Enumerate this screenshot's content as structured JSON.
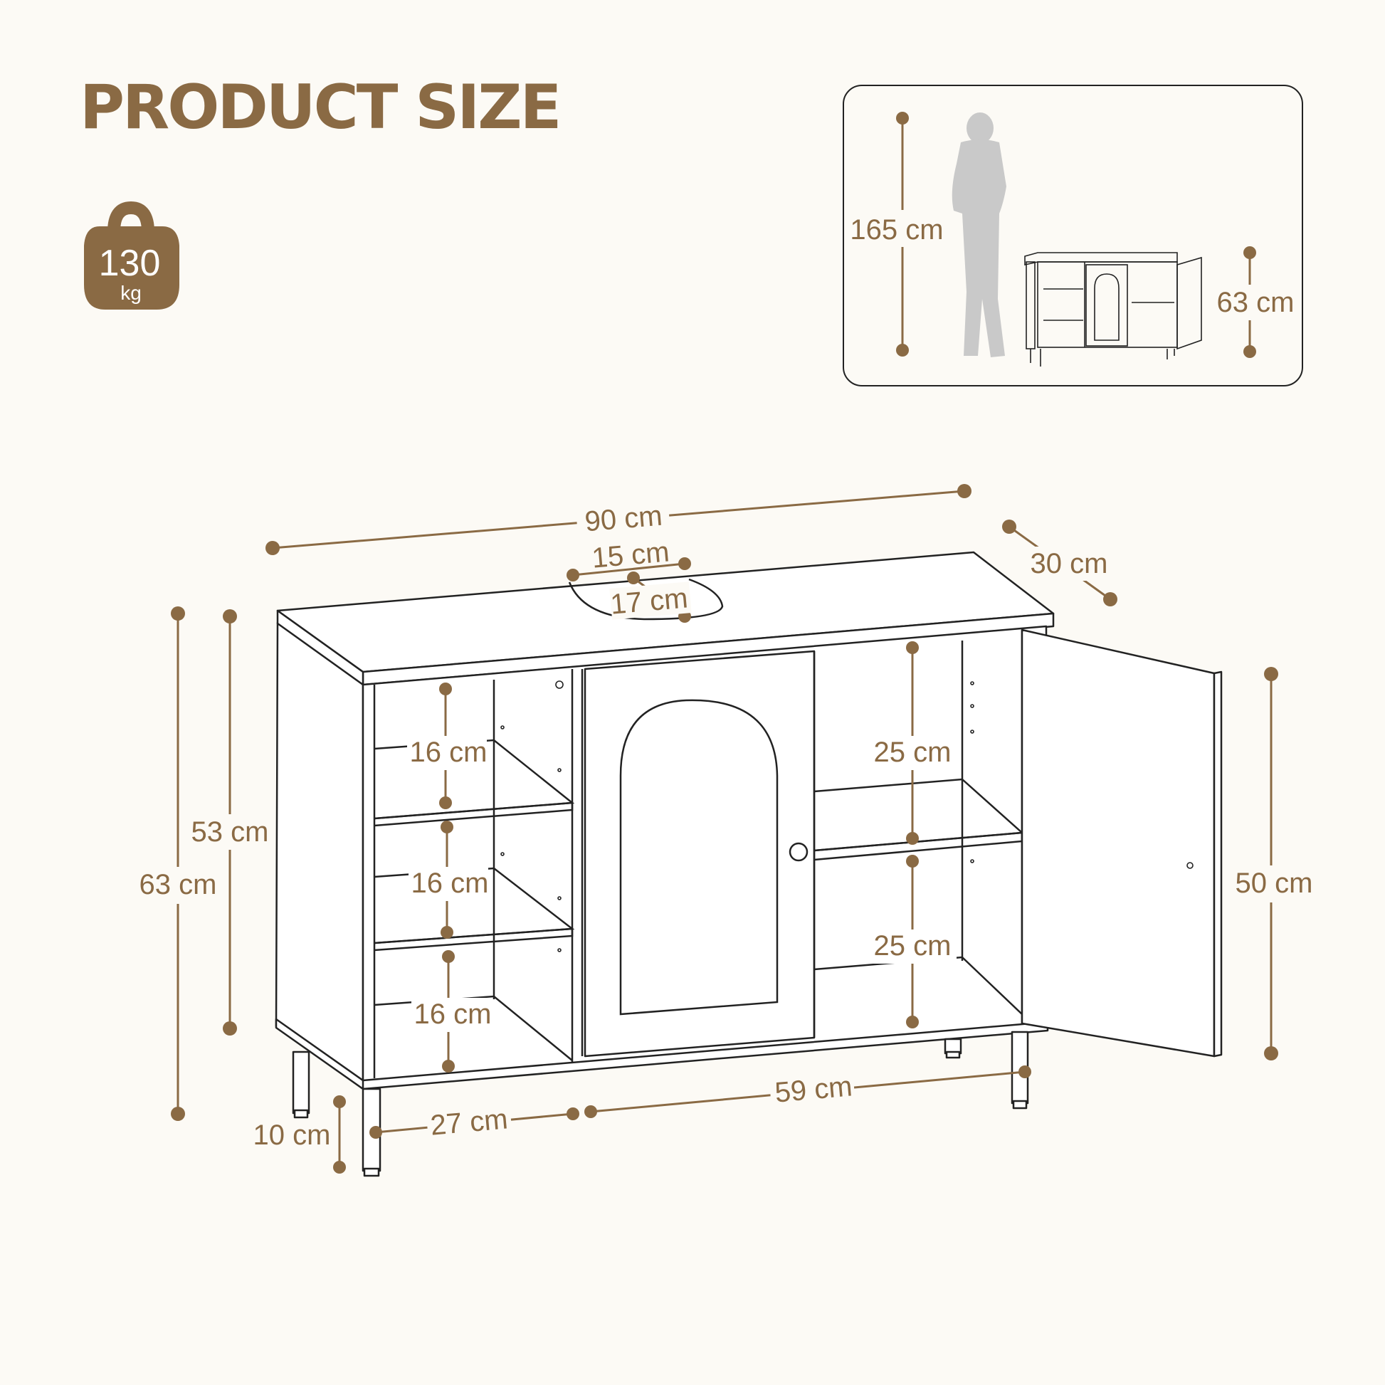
{
  "title": "PRODUCT SIZE",
  "weight": {
    "value": "130",
    "unit": "kg"
  },
  "person_scale": {
    "person_height": "165 cm",
    "cabinet_height": "63 cm"
  },
  "dimensions": {
    "width": "90 cm",
    "depth": "30 cm",
    "cutout_width": "15 cm",
    "cutout_depth": "17 cm",
    "total_height": "63 cm",
    "body_height": "53 cm",
    "leg_height": "10 cm",
    "left_shelf_1": "16 cm",
    "left_shelf_2": "16 cm",
    "left_shelf_3": "16 cm",
    "right_shelf_1": "25 cm",
    "right_shelf_2": "25 cm",
    "door_height": "50 cm",
    "left_compartment_width": "27 cm",
    "right_section_width": "59 cm"
  },
  "colors": {
    "accent": "#8a6a44",
    "line": "#222222",
    "background": "#fcfaf5"
  }
}
